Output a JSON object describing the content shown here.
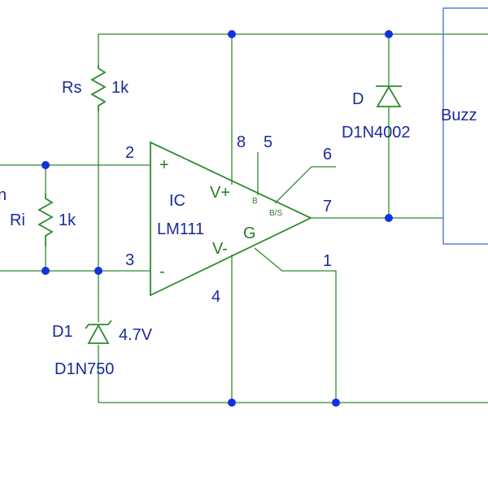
{
  "components": {
    "rs": {
      "name": "Rs",
      "value": "1k"
    },
    "ri": {
      "name": "Ri",
      "value": "1k"
    },
    "zener": {
      "name": "D1",
      "value": "4.7V",
      "part": "D1N750"
    },
    "diode": {
      "name": "D",
      "part": "D1N4002"
    },
    "buzzer": {
      "label": "Buzz"
    },
    "input": {
      "label": "n"
    },
    "ic": {
      "name": "IC",
      "part": "LM111",
      "plus": "+",
      "minus": "-",
      "vplus": "V+",
      "vminus": "V-",
      "ground": "G",
      "balance": "B",
      "balance_strobe": "B/S"
    }
  },
  "pins": {
    "p1": "1",
    "p2": "2",
    "p3": "3",
    "p4": "4",
    "p5": "5",
    "p6": "6",
    "p7": "7",
    "p8": "8"
  },
  "colors": {
    "wire": "#2e8b2e",
    "junction": "#1530e0",
    "label": "#1a2a9a",
    "ic_label": "#2a7a2a"
  }
}
